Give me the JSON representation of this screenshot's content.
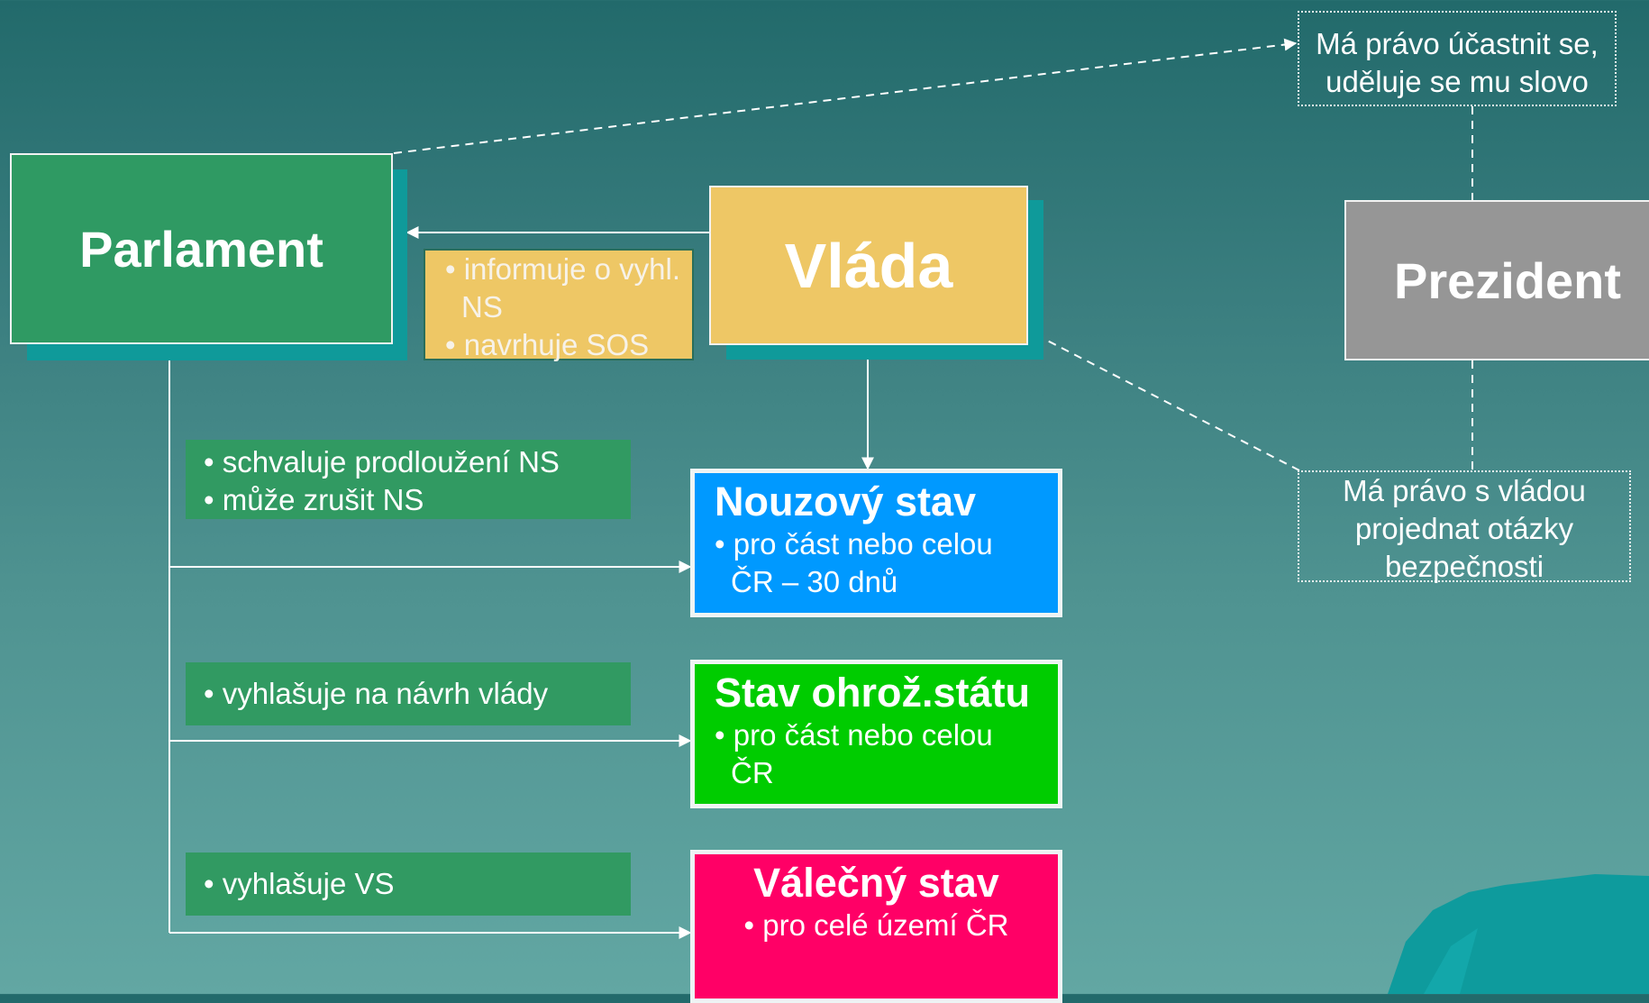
{
  "background_colors": [
    "#226a6b",
    "#62a7a3"
  ],
  "parlament": {
    "label": "Parlament",
    "color": "#2f9a63"
  },
  "vlada": {
    "label": "Vláda",
    "color": "#eec765"
  },
  "prezident": {
    "label": "Prezident",
    "color": "#969696"
  },
  "vlada_note": {
    "lines": [
      "• informuje o vyhl.",
      "NS",
      "• navrhuje SOS"
    ]
  },
  "parlament_notes": [
    {
      "lines": [
        "• schvaluje prodloužení NS",
        "• může zrušit NS"
      ]
    },
    {
      "lines": [
        "• vyhlašuje na návrh vlády"
      ]
    },
    {
      "lines": [
        "• vyhlašuje VS"
      ]
    }
  ],
  "states": [
    {
      "title": "Nouzový stav",
      "lines": [
        "• pro část nebo celou",
        "ČR – 30 dnů"
      ],
      "color": "#0099ff"
    },
    {
      "title": "Stav ohrož.státu",
      "lines": [
        "• pro část nebo celou",
        "ČR"
      ],
      "color": "#00cc00"
    },
    {
      "title": "Válečný stav",
      "lines": [
        "• pro celé území ČR"
      ],
      "color": "#ff0066"
    }
  ],
  "president_notes": {
    "top": {
      "lines": [
        "Má právo účastnit se,",
        "uděluje se mu slovo"
      ]
    },
    "bottom": {
      "lines": [
        "Má právo s vládou",
        "projednat otázky",
        "bezpečnosti"
      ]
    }
  }
}
